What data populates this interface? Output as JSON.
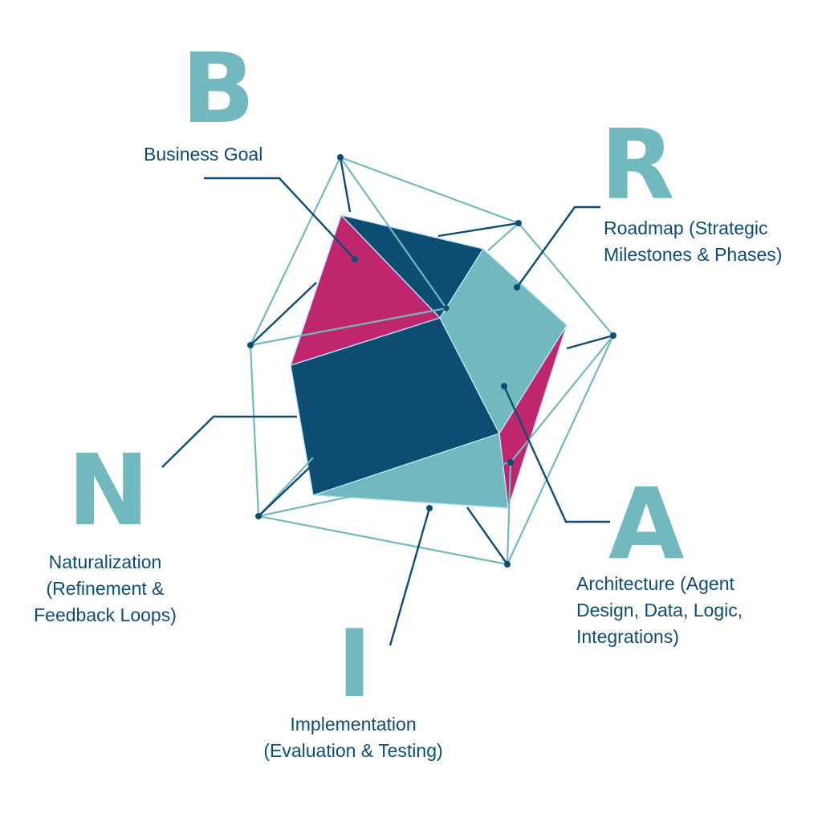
{
  "colors": {
    "letter": "#72b9bf",
    "caption": "#0e4d72",
    "teal": "#72b9bf",
    "navy": "#0e4d72",
    "magenta": "#c0266d",
    "wire": "#72b9bf",
    "leader": "#0e4d72"
  },
  "stages": {
    "b": {
      "letter": "B",
      "lines": [
        "Business Goal"
      ]
    },
    "r": {
      "letter": "R",
      "lines": [
        "Roadmap (Strategic",
        "Milestones & Phases)"
      ]
    },
    "a": {
      "letter": "A",
      "lines": [
        "Architecture (Agent",
        "Design, Data, Logic,",
        "Integrations)"
      ]
    },
    "i": {
      "letter": "I",
      "lines": [
        "Implementation",
        "(Evaluation & Testing)"
      ]
    },
    "n": {
      "letter": "N",
      "lines": [
        "Naturalization",
        "(Refinement &",
        "Feedback Loops)"
      ]
    }
  }
}
